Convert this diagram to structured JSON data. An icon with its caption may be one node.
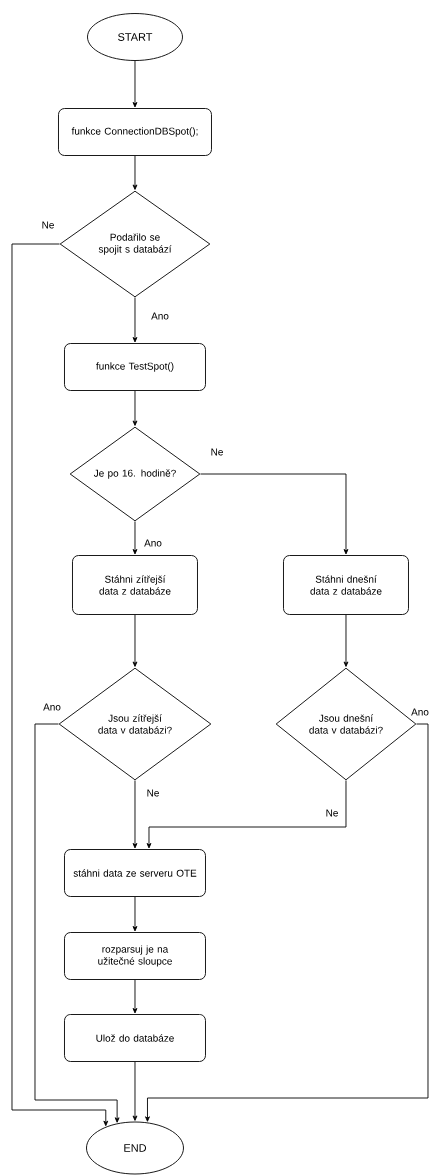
{
  "diagram": {
    "nodes": [
      {
        "text": [
          "START"
        ]
      },
      {
        "text": [
          "funkce ConnectionDBSpot();"
        ]
      },
      {
        "text": [
          "Podařilo se spojit s databází"
        ]
      },
      {
        "text": [
          "funkce TestSpot()"
        ]
      },
      {
        "text": [
          "Je po 16. hodině?"
        ]
      },
      {
        "text": [
          "Stáhni zítřejší data z databáze"
        ]
      },
      {
        "text": [
          "Stáhni dnešní data z databáze"
        ]
      },
      {
        "text": [
          "Jsou zítřejší data v databázi?"
        ]
      },
      {
        "text": [
          "Jsou dnešní data v databázi?"
        ]
      },
      {
        "text": [
          "stáhni data ze serveru OTE"
        ]
      },
      {
        "text": [
          "rozparsuj je na užitečné sloupce"
        ]
      },
      {
        "text": [
          "Ulož do databáze"
        ]
      },
      {
        "text": [
          "END"
        ]
      }
    ],
    "edges": [
      {
        "from": 0,
        "to": 1,
        "arrow": "to"
      },
      {
        "from": 1,
        "to": 2,
        "arrow": "to"
      },
      {
        "from": 2,
        "to": 3,
        "arrow": "to",
        "label": "Ano"
      },
      {
        "from": 2,
        "to": 12,
        "arrow": "to",
        "label": "Ne"
      },
      {
        "from": 3,
        "to": 4,
        "arrow": "to"
      },
      {
        "from": 4,
        "to": 5,
        "arrow": "to",
        "label": "Ano"
      },
      {
        "from": 4,
        "to": 6,
        "arrow": "to",
        "label": "Ne"
      },
      {
        "from": 5,
        "to": 7,
        "arrow": "to"
      },
      {
        "from": 6,
        "to": 8,
        "arrow": "to"
      },
      {
        "from": 7,
        "to": 9,
        "arrow": "to",
        "label": "Ne"
      },
      {
        "from": 7,
        "to": 12,
        "arrow": "to",
        "label": "Ano"
      },
      {
        "from": 8,
        "to": 9,
        "arrow": "to",
        "label": "Ne"
      },
      {
        "from": 8,
        "to": 12,
        "arrow": "to",
        "label": "Ano"
      },
      {
        "from": 9,
        "to": 10,
        "arrow": "to"
      },
      {
        "from": 10,
        "to": 11,
        "arrow": "to"
      },
      {
        "from": 11,
        "to": 12,
        "arrow": "to"
      }
    ]
  }
}
